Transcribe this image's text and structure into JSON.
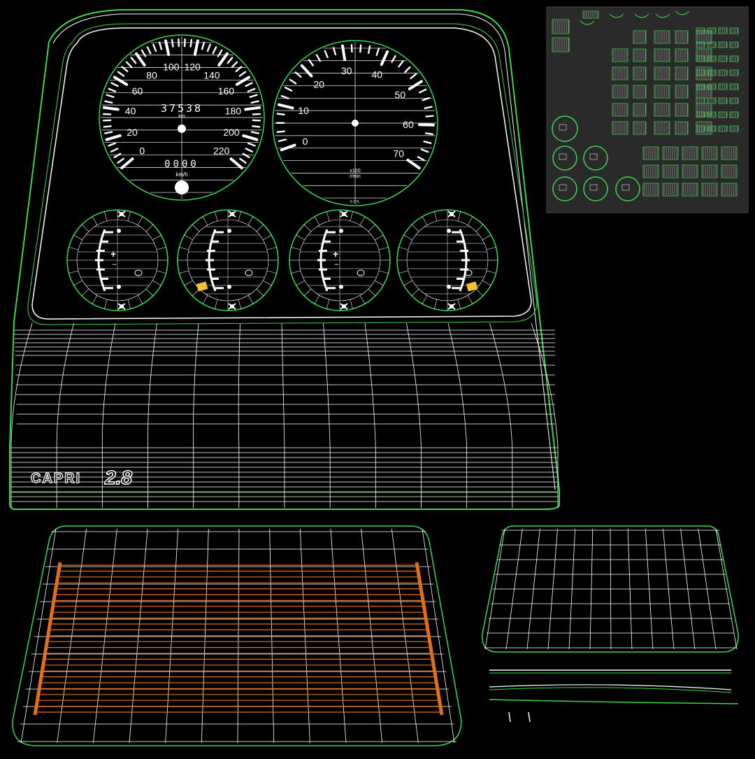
{
  "colors": {
    "background": "#000000",
    "wire": "#ffffff",
    "edge": "#39d84a",
    "stripe": "#e0701a",
    "amber": "#f2c22e",
    "atlas_bg": "#2a2a2a"
  },
  "speedometer": {
    "labels": [
      "0",
      "20",
      "40",
      "60",
      "80",
      "100",
      "120",
      "140",
      "160",
      "180",
      "200",
      "220"
    ],
    "odometer": "37538",
    "trip": "0000",
    "unit_top": "km",
    "unit_bottom": "km/h"
  },
  "tachometer": {
    "labels": [
      "0",
      "10",
      "20",
      "30",
      "40",
      "50",
      "60",
      "70"
    ],
    "multiplier": "x100",
    "unit": "r/min",
    "cyl": "6 CYL"
  },
  "small_gauges": [
    {
      "name": "battery",
      "symbol": "+",
      "minus": "−",
      "warn": false,
      "side": "left"
    },
    {
      "name": "fuel",
      "symbol": "",
      "minus": "",
      "warn": true,
      "side": "left"
    },
    {
      "name": "oil",
      "symbol": "+",
      "minus": "−",
      "warn": false,
      "side": "left"
    },
    {
      "name": "temp",
      "symbol": "",
      "minus": "",
      "warn": true,
      "side": "right"
    }
  ],
  "badge": {
    "model": "CAPRI",
    "number": "2.8"
  }
}
